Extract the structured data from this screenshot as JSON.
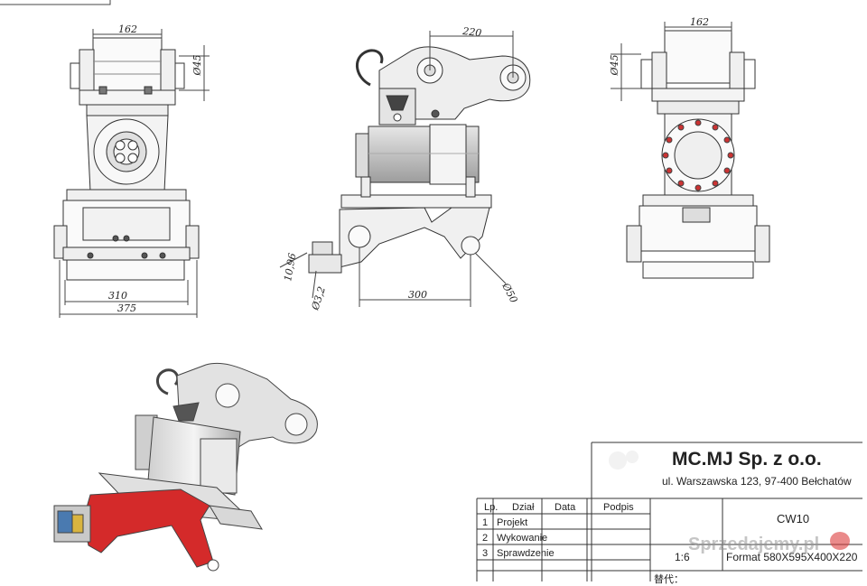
{
  "drawing": {
    "front_view": {
      "dim_top": "162",
      "dim_dia": "Ø45",
      "dim_inner_width": "310",
      "dim_overall_width": "375"
    },
    "side_view": {
      "dim_pin_spacing": "220",
      "dim_lower_spacing": "300",
      "dim_bore": "Ø50",
      "dim_small_bore": "Ø3,2",
      "dim_edge": "10,96"
    },
    "rear_view": {
      "dim_top": "162",
      "dim_dia": "Ø45"
    },
    "iso_view": {
      "accent_color": "#d42a2a"
    }
  },
  "title_block": {
    "company": "MC.MJ Sp. z o.o.",
    "address": "ul. Warszawska 123, 97-400 Bełchatów",
    "headers": [
      "Lp.",
      "Dział",
      "Data",
      "Podpis"
    ],
    "rows": [
      {
        "lp": "1",
        "dzial": "Projekt"
      },
      {
        "lp": "2",
        "dzial": "Wykowanie"
      },
      {
        "lp": "3",
        "dzial": "Sprawdzenie"
      }
    ],
    "part_code": "CW10",
    "scale": "1:6",
    "format": "Format 580X595X400X220",
    "bottom_label": "替代：",
    "watermark": "Sprzedajemy.pl"
  }
}
